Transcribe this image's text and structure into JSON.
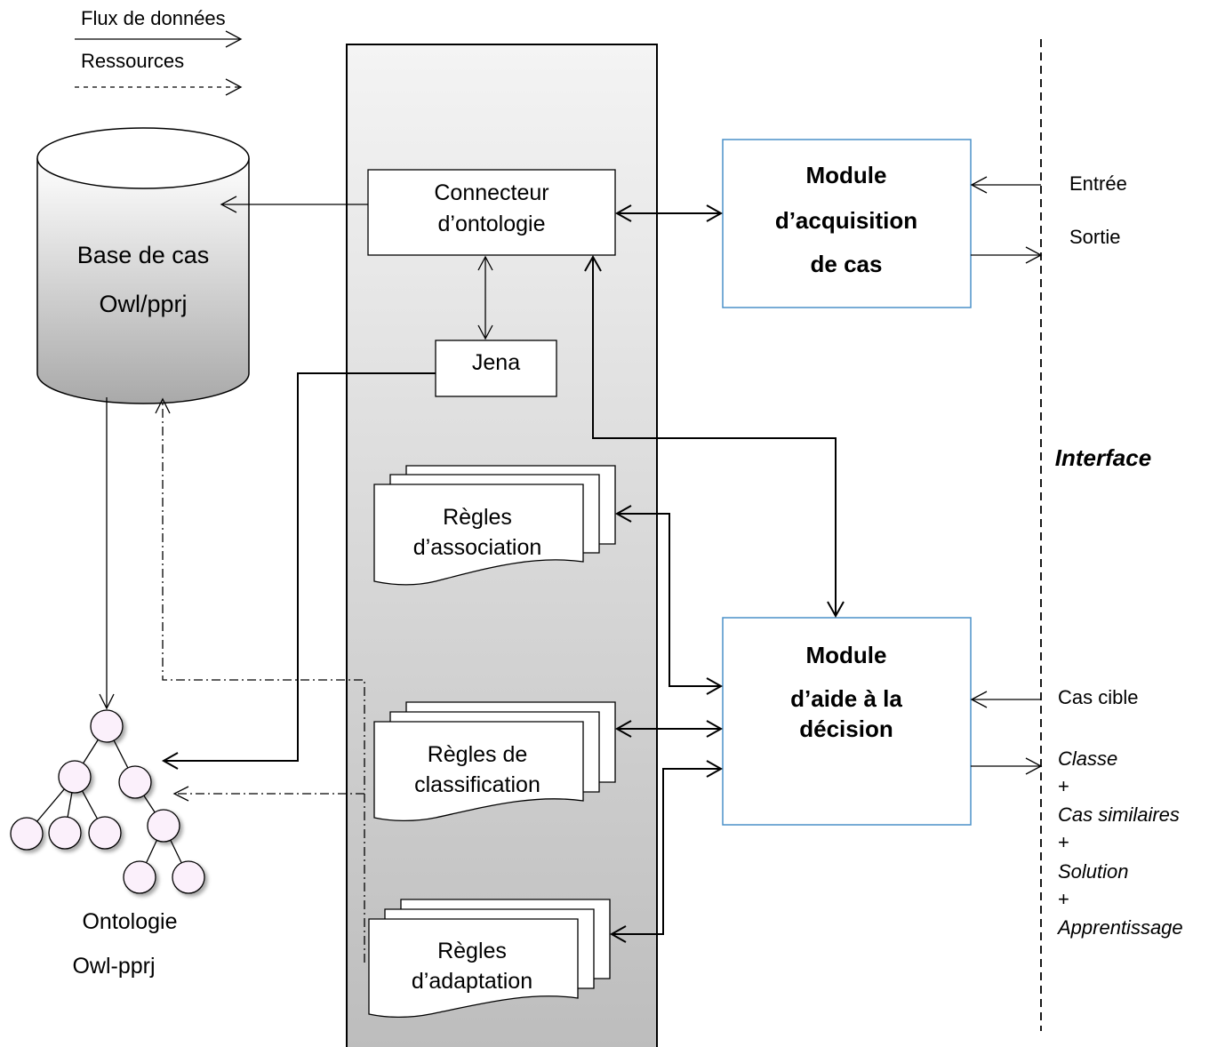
{
  "legend": {
    "data_flow": "Flux de données",
    "resources": "Ressources"
  },
  "database": {
    "line1": "Base de cas",
    "line2": "Owl/pprj"
  },
  "ontology": {
    "line1": "Ontologie",
    "line2": "Owl-pprj"
  },
  "connector": {
    "line1": "Connecteur",
    "line2": "d’ontologie"
  },
  "jena": "Jena",
  "rules": {
    "association": [
      "Règles",
      "d’association"
    ],
    "classification": [
      "Règles de",
      "classification"
    ],
    "adaptation": [
      "Règles",
      "d’adaptation"
    ]
  },
  "acquisition_module": {
    "line1": "Module",
    "line2": "d’acquisition",
    "line3": "de cas"
  },
  "decision_module": {
    "line1": "Module",
    "line2": "d’aide à la",
    "line3": "décision"
  },
  "interface": {
    "label": "Interface",
    "input": "Entrée",
    "output": "Sortie",
    "target_case": "Cas cible",
    "results": {
      "class": "Classe",
      "plus1": "+",
      "similar": "Cas similaires",
      "plus2": "+",
      "solution": "Solution",
      "plus3": "+",
      "learning": "Apprentissage"
    }
  },
  "colors": {
    "module_border": "#4a90c8",
    "tree_node_fill": "#fbf0fb",
    "panel_gradient_top": "#f4f4f4",
    "panel_gradient_bottom": "#bdbdbd"
  }
}
